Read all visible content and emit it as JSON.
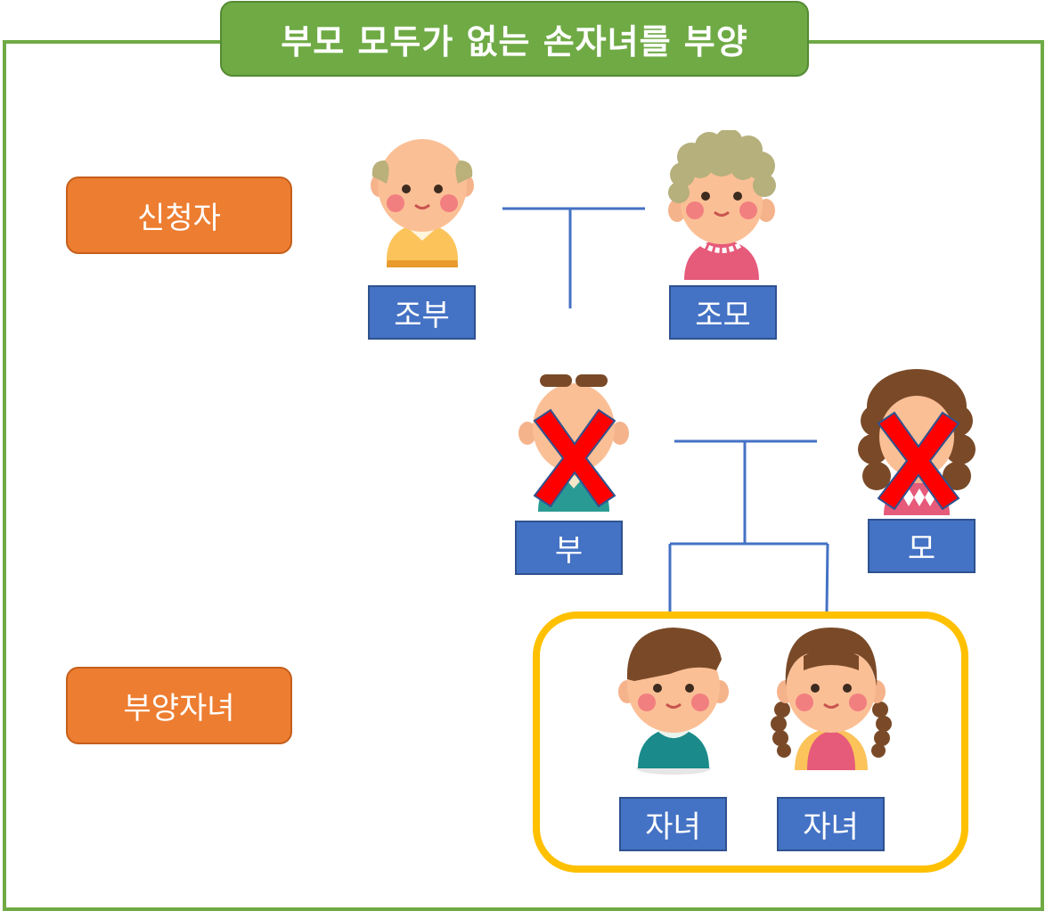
{
  "title": "부모 모두가 없는 손자녀를 부양",
  "roles": {
    "applicant": "신청자",
    "dependent": "부양자녀"
  },
  "people": {
    "grandfather": "조부",
    "grandmother": "조모",
    "father": "부",
    "mother": "모",
    "child1": "자녀",
    "child2": "자녀"
  },
  "colors": {
    "frame": "#6faa45",
    "role_box": "#ed7d31",
    "name_label": "#4472c4",
    "connector": "#4472c4",
    "absent_mark": "#ff0000",
    "highlight": "#ffc000"
  },
  "icons": {
    "grandfather": "grandfather-avatar-icon",
    "grandmother": "grandmother-avatar-icon",
    "father": "father-avatar-icon",
    "mother": "mother-avatar-icon",
    "absent": "cross-mark-icon",
    "boy": "boy-avatar-icon",
    "girl": "girl-avatar-icon"
  }
}
